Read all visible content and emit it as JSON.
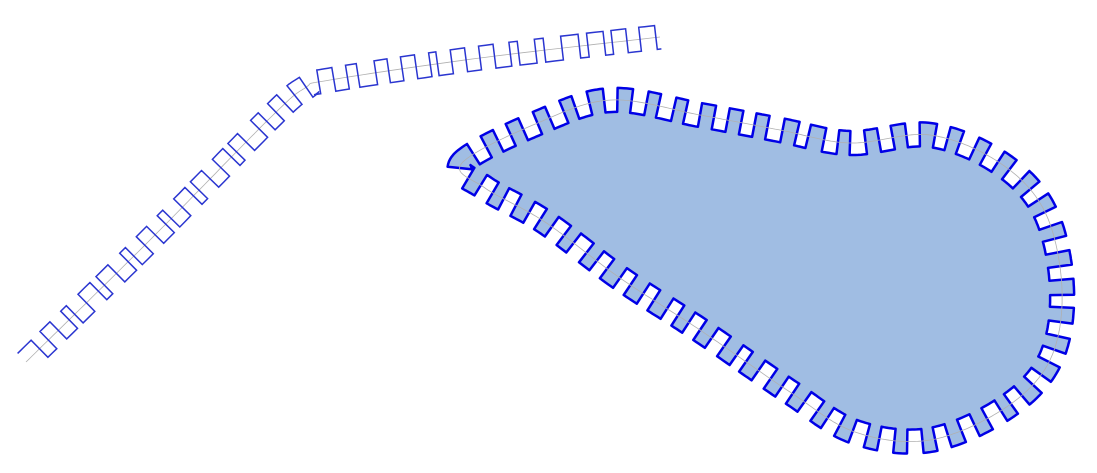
{
  "colors": {
    "background": "#ffffff",
    "guide_line": "#b0b0b0",
    "open_wave_stroke": "#2a35d0",
    "closed_wave_stroke": "#0000e6",
    "closed_wave_fill": "#a0bde3"
  },
  "shapes": [
    {
      "kind": "open-path",
      "decoration": "square-wave"
    },
    {
      "kind": "closed-path",
      "decoration": "square-wave",
      "filled": true
    }
  ]
}
